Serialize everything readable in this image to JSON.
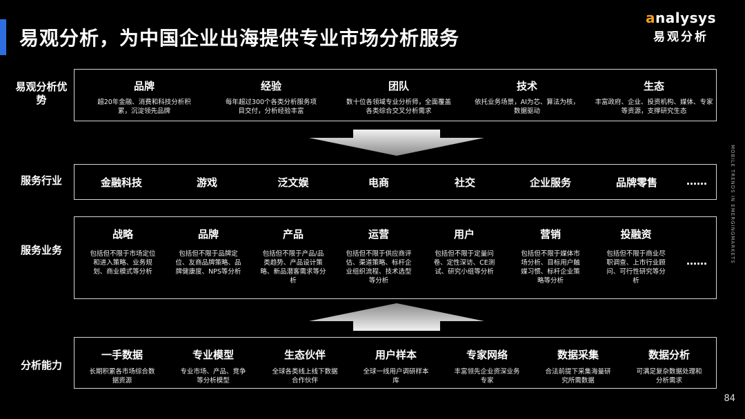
{
  "header": {
    "title": "易观分析，为中国企业出海提供专业市场分析服务",
    "logo_en_a": "a",
    "logo_en_rest": "nalysys",
    "logo_zh": "易观分析"
  },
  "side_text": "MOBILE TRENDS IN EMERGINGMARKETS",
  "page_number": "84",
  "advantages": {
    "label": "易观分析优势",
    "items": [
      {
        "title": "品牌",
        "desc": "超20年金融、消费和科技分析积累，沉淀领先品牌"
      },
      {
        "title": "经验",
        "desc": "每年超过300个各类分析服务项目交付，分析经验丰富"
      },
      {
        "title": "团队",
        "desc": "数十位各领域专业分析师，全面覆盖各类综合交叉分析需求"
      },
      {
        "title": "技术",
        "desc": "依托业务场景，AI为芯、算法为核，数据驱动"
      },
      {
        "title": "生态",
        "desc": "丰富政府、企业、投资机构、媒体、专家等资源，支撑研究生态"
      }
    ]
  },
  "industries": {
    "label": "服务行业",
    "items": [
      "金融科技",
      "游戏",
      "泛文娱",
      "电商",
      "社交",
      "企业服务",
      "品牌零售"
    ],
    "more": "……"
  },
  "business": {
    "label": "服务业务",
    "items": [
      {
        "title": "战略",
        "desc": "包括但不限于市场定位和进入策略、业务规划、商业模式等分析"
      },
      {
        "title": "品牌",
        "desc": "包括但不限于品牌定位、友商品牌策略、品牌健康度、NPS等分析"
      },
      {
        "title": "产品",
        "desc": "包括但不限于产品/品类趋势、产品设计策略、新品潜客需求等分析"
      },
      {
        "title": "运营",
        "desc": "包括但不限于供应商评估、渠道策略、标杆企业组织流程、技术选型等分析"
      },
      {
        "title": "用户",
        "desc": "包括但不限于定量问卷、定性深访、CE测试、研究小组等分析"
      },
      {
        "title": "营销",
        "desc": "包括但不限于媒体市场分析、目标用户触媒习惯、标杆企业策略等分析"
      },
      {
        "title": "投融资",
        "desc": "包括但不限于商业尽职调查、上市行业顾问、可行性研究等分析"
      }
    ],
    "more": "……"
  },
  "capabilities": {
    "label": "分析能力",
    "items": [
      {
        "title": "一手数据",
        "desc": "长期积累各市场综合数据资源"
      },
      {
        "title": "专业模型",
        "desc": "专业市场、产品、竞争等分析模型"
      },
      {
        "title": "生态伙伴",
        "desc": "全球各类线上线下数据合作伙伴"
      },
      {
        "title": "用户样本",
        "desc": "全球一线用户调研样本库"
      },
      {
        "title": "专家网络",
        "desc": "丰富领先企业资深业务专家"
      },
      {
        "title": "数据采集",
        "desc": "合法前提下采集海量研究所需数据"
      },
      {
        "title": "数据分析",
        "desc": "可满足复杂数据处理和分析需求"
      }
    ]
  }
}
